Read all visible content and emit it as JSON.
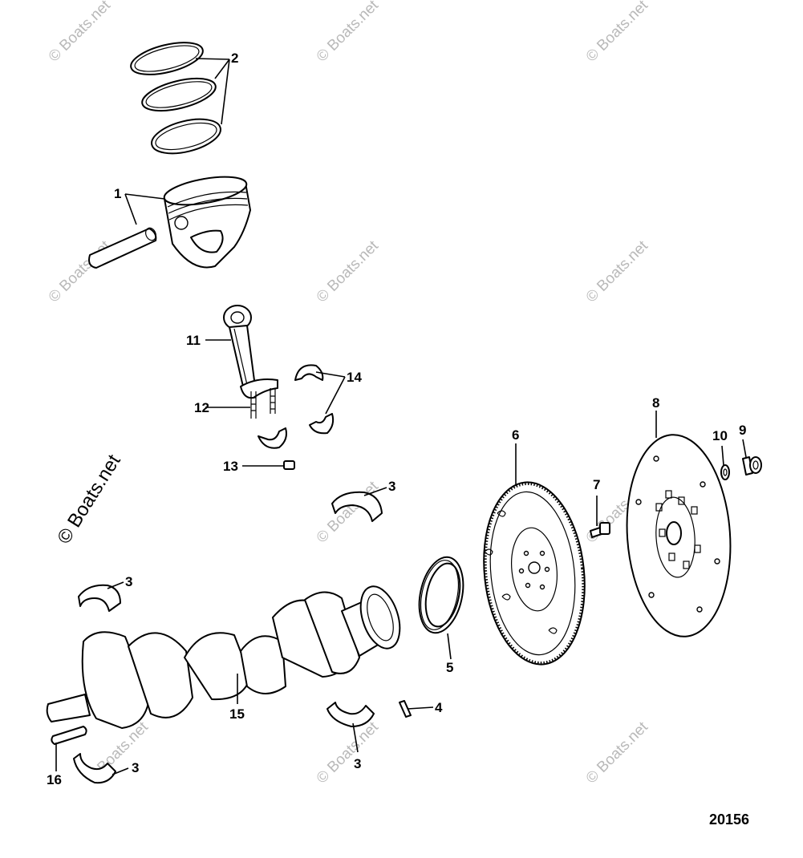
{
  "diagram": {
    "drawing_number": "20156",
    "watermark_text": "© Boats.net",
    "callouts": {
      "c1": "1",
      "c2": "2",
      "c3a": "3",
      "c3b": "3",
      "c3c": "3",
      "c3d": "3",
      "c4": "4",
      "c5": "5",
      "c6": "6",
      "c7": "7",
      "c8": "8",
      "c9": "9",
      "c10": "10",
      "c11": "11",
      "c12": "12",
      "c13": "13",
      "c14": "14",
      "c15": "15",
      "c16": "16"
    },
    "parts": [
      {
        "ref": "1",
        "icon": "piston-and-pin-icon"
      },
      {
        "ref": "2",
        "icon": "piston-rings-icon"
      },
      {
        "ref": "3",
        "icon": "bearing-shell-icon"
      },
      {
        "ref": "4",
        "icon": "dowel-pin-icon"
      },
      {
        "ref": "5",
        "icon": "rear-seal-icon"
      },
      {
        "ref": "6",
        "icon": "flywheel-icon"
      },
      {
        "ref": "7",
        "icon": "bolt-icon"
      },
      {
        "ref": "8",
        "icon": "drive-plate-icon"
      },
      {
        "ref": "9",
        "icon": "nut-icon"
      },
      {
        "ref": "10",
        "icon": "washer-icon"
      },
      {
        "ref": "11",
        "icon": "connecting-rod-icon"
      },
      {
        "ref": "12",
        "icon": "rod-bolt-icon"
      },
      {
        "ref": "13",
        "icon": "rod-nut-icon"
      },
      {
        "ref": "14",
        "icon": "rod-bearing-icon"
      },
      {
        "ref": "15",
        "icon": "crankshaft-icon"
      },
      {
        "ref": "16",
        "icon": "pilot-pin-icon"
      }
    ]
  }
}
